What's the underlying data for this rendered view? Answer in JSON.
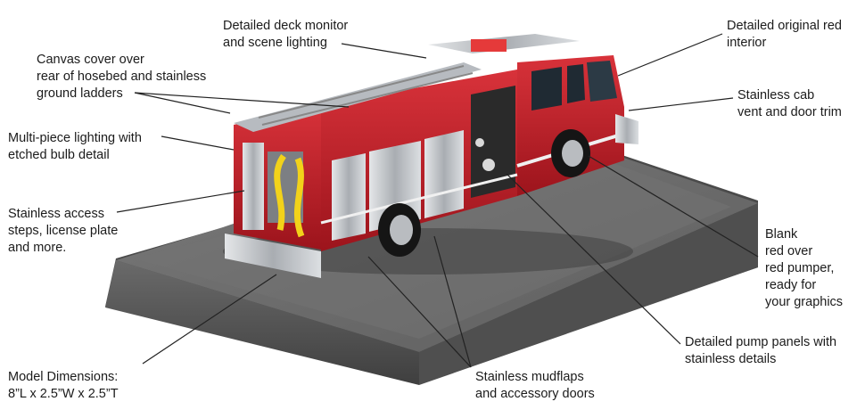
{
  "callouts": {
    "deck_monitor": [
      "Detailed deck monitor",
      "and scene lighting"
    ],
    "canvas_cover": [
      "Canvas cover over",
      "rear of hosebed and stainless",
      "ground ladders"
    ],
    "multi_lighting": [
      "Multi-piece lighting with",
      "etched bulb detail"
    ],
    "stainless_steps": [
      "Stainless access",
      "steps, license plate",
      "and more."
    ],
    "model_dimensions": [
      "Model Dimensions:",
      "8”L x 2.5”W x 2.5”T"
    ],
    "original_interior": [
      "Detailed original red",
      "interior"
    ],
    "cab_vent": [
      "Stainless cab",
      "vent and door trim"
    ],
    "blank_pumper": [
      "Blank",
      "red over",
      "red pumper,",
      "ready for",
      "your graphics"
    ],
    "pump_panels": [
      "Detailed pump panels with",
      "stainless details"
    ],
    "mudflaps": [
      "Stainless mudflaps",
      "and accessory doors"
    ]
  },
  "colors": {
    "truck_red": "#c4222b",
    "truck_dark_red": "#8e1219",
    "chrome": "#c9ccd0",
    "base_gray": "#5a5a5a",
    "base_top": "#6e6e6e",
    "hose_yellow": "#f2d21a",
    "leader_line": "#222222"
  }
}
